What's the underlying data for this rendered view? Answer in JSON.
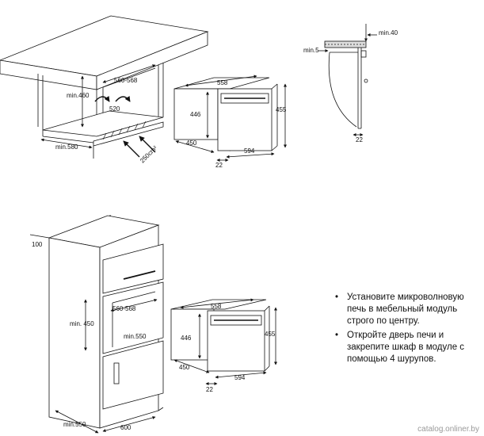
{
  "top_left": {
    "dim_560_568": "560-568",
    "dim_min460": "min.460",
    "dim_520": "520",
    "dim_min580": "min.580",
    "dim_vent": "250cm²"
  },
  "top_oven": {
    "w_558": "558",
    "h_446": "446",
    "h_455": "455",
    "d_450": "450",
    "w_594": "594",
    "f_22": "22"
  },
  "top_right": {
    "min40": "min.40",
    "min5": "min.5",
    "d22": "22"
  },
  "bottom_left": {
    "d100": "100",
    "dim_560_568": "560-568",
    "min450": "min. 450",
    "min550_inner": "min.550",
    "min550": "min.550",
    "d600": "600"
  },
  "bottom_oven": {
    "w_558": "558",
    "h_446": "446",
    "h_455": "455",
    "d_450": "450",
    "w_594": "594",
    "f_22": "22"
  },
  "instructions": [
    "Установите микроволновую печь в мебельный модуль строго по центру.",
    "Откройте дверь печи и закрепите шкаф в модуле с помощью 4 шурупов."
  ],
  "watermark": "catalog.onliner.by"
}
